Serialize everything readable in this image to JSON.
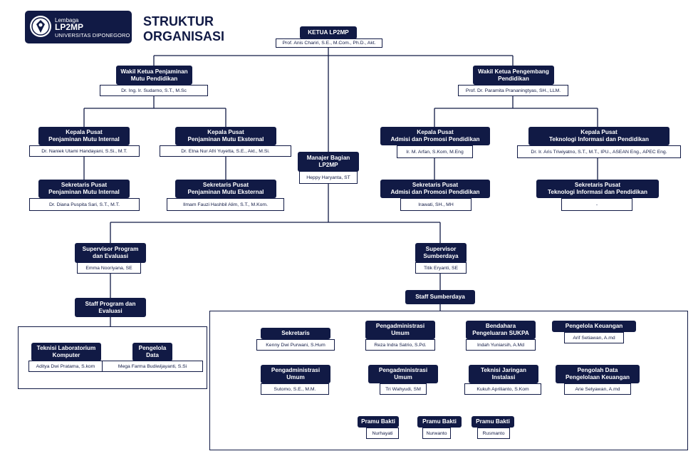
{
  "logo": {
    "line1": "Lembaga",
    "line2": "LP2MP",
    "line3": "UNIVERSITAS DIPONEGORO"
  },
  "title": "STRUKTUR\nORGANISASI",
  "colors": {
    "primary": "#111a45",
    "background": "#ffffff"
  },
  "nodes": {
    "ketua": {
      "role": "KETUA LP2MP",
      "name": "Prof. Anis Chariri, S.E., M.Com., Ph.D., Akt."
    },
    "wakil_pm": {
      "role": "Wakil Ketua Penjaminan\nMutu Pendidikan",
      "name": "Dr. Ing. Ir. Sudarno, S.T., M.Sc"
    },
    "wakil_pp": {
      "role": "Wakil Ketua Pengembang\nPendidikan",
      "name": "Prof. Dr. Paramita Prananingtyas, SH., LLM."
    },
    "kapus_pmi": {
      "role": "Kepala Pusat\nPenjaminan Mutu Internal",
      "name": "Dr. Naniek Utami Handayani, S.Si., M.T."
    },
    "kapus_pme": {
      "role": "Kepala Pusat\nPenjaminan Mutu Eksternal",
      "name": "Dr. Etna Nur Afri Yuyetta, S.E., Akt., M.Si."
    },
    "kapus_app": {
      "role": "Kepala Pusat\nAdmisi dan Promosi Pendidikan",
      "name": "Ir. M. Arfan, S.Kom, M.Eng"
    },
    "kapus_tip": {
      "role": "Kepala Pusat\nTeknologi Informasi dan Pendidikan",
      "name": "Dr. Ir. Aris Triwiyatno, S.T., M.T., IPU., ASEAN Eng., APEC Eng."
    },
    "manajer": {
      "role": "Manajer Bagian\nLP2MP",
      "name": "Heppy Haryanta, ST"
    },
    "sek_pmi": {
      "role": "Sekretaris Pusat\nPenjaminan Mutu Internal",
      "name": "Dr. Diana Puspita Sari, S.T., M.T."
    },
    "sek_pme": {
      "role": "Sekretaris Pusat\nPenjaminan Mutu Eksternal",
      "name": "Ilmam Fauzi Hashbil Alim, S.T., M.Kom."
    },
    "sek_app": {
      "role": "Sekretaris Pusat\nAdmisi dan Promosi Pendidikan",
      "name": "Irawati, SH., MH"
    },
    "sek_tip": {
      "role": "Sekretaris Pusat\nTeknologi Informasi dan Pendidikan",
      "name": "-"
    },
    "sup_pe": {
      "role": "Supervisor Program\ndan Evaluasi",
      "name": "Emma Nooriyana, SE"
    },
    "sup_sd": {
      "role": "Supervisor\nSumberdaya",
      "name": "Titik Eryanti, SE"
    },
    "staff_pe": {
      "role": "Staff Program dan\nEvaluasi"
    },
    "staff_sd": {
      "role": "Staff Sumberdaya"
    },
    "teknisi_lab": {
      "role": "Teknisi Laboratorium\nKomputer",
      "name": "Aditya Dwi Pratama, S.kom"
    },
    "pengelola_data": {
      "role": "Pengelola\nData",
      "name": "Mega Farma Budiwijayanti, S.Si"
    },
    "sekretaris": {
      "role": "Sekretaris",
      "name": "Kenny Dwi Purwani, S.Hum"
    },
    "pengadm1": {
      "role": "Pengadministrasi\nUmum",
      "name": "Reza Indra Satrio, S.Pd."
    },
    "bendahara": {
      "role": "Bendahara\nPengeluaran SUKPA",
      "name": "Indah Yuniarsih, A.Md"
    },
    "peng_keu": {
      "role": "Pengelola Keuangan",
      "name": "Arif Setiawan, A.md"
    },
    "pengadm2": {
      "role": "Pengadministrasi\nUmum",
      "name": "Sutomo, S.E., M.M."
    },
    "pengadm3": {
      "role": "Pengadministrasi\nUmum",
      "name": "Tri Wahyudi, SM"
    },
    "teknisi_jar": {
      "role": "Teknisi Jaringan\nInstalasi",
      "name": "Kukuh Aprilianto, S.Kom"
    },
    "pengolah": {
      "role": "Pengolah Data\nPengelolaan Keuangan",
      "name": "Arie Setyawan, A.md"
    },
    "pramu1": {
      "role": "Pramu Bakti",
      "name": "Nurhayati"
    },
    "pramu2": {
      "role": "Pramu Bakti",
      "name": "Nurwanto"
    },
    "pramu3": {
      "role": "Pramu Bakti",
      "name": "Rusmanto"
    }
  }
}
